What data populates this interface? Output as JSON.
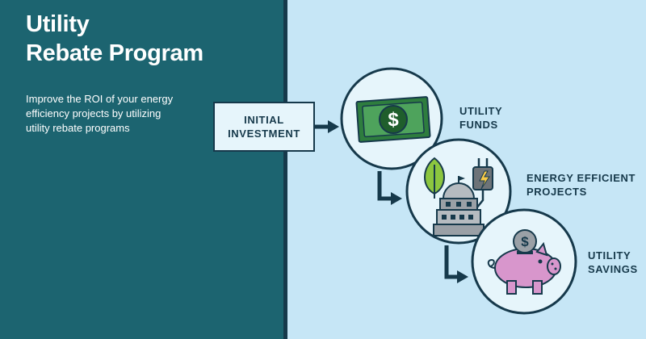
{
  "header": {
    "title_line1": "Utility",
    "title_line2": "Rebate Program",
    "subtitle": "Improve the ROI of your energy efficiency projects by utilizing utility rebate programs"
  },
  "diagram": {
    "start_label": "INITIAL INVESTMENT",
    "steps": [
      {
        "label": "UTILITY FUNDS",
        "icon": "dollar-bill-icon"
      },
      {
        "label": "ENERGY EFFICIENT PROJECTS",
        "icon": "building-leaf-plug-icon"
      },
      {
        "label": "UTILITY SAVINGS",
        "icon": "piggy-bank-icon"
      }
    ]
  },
  "colors": {
    "left_panel": "#1c6470",
    "divider": "#16394b",
    "right_panel": "#c6e6f6",
    "circle_fill": "#e6f5fb",
    "outline": "#16394b",
    "money_green": "#3f9a4f",
    "piggy_pink": "#d896cc",
    "leaf_green": "#8cc63f",
    "building_grey": "#9aa0a6",
    "bolt_yellow": "#f7c948"
  }
}
